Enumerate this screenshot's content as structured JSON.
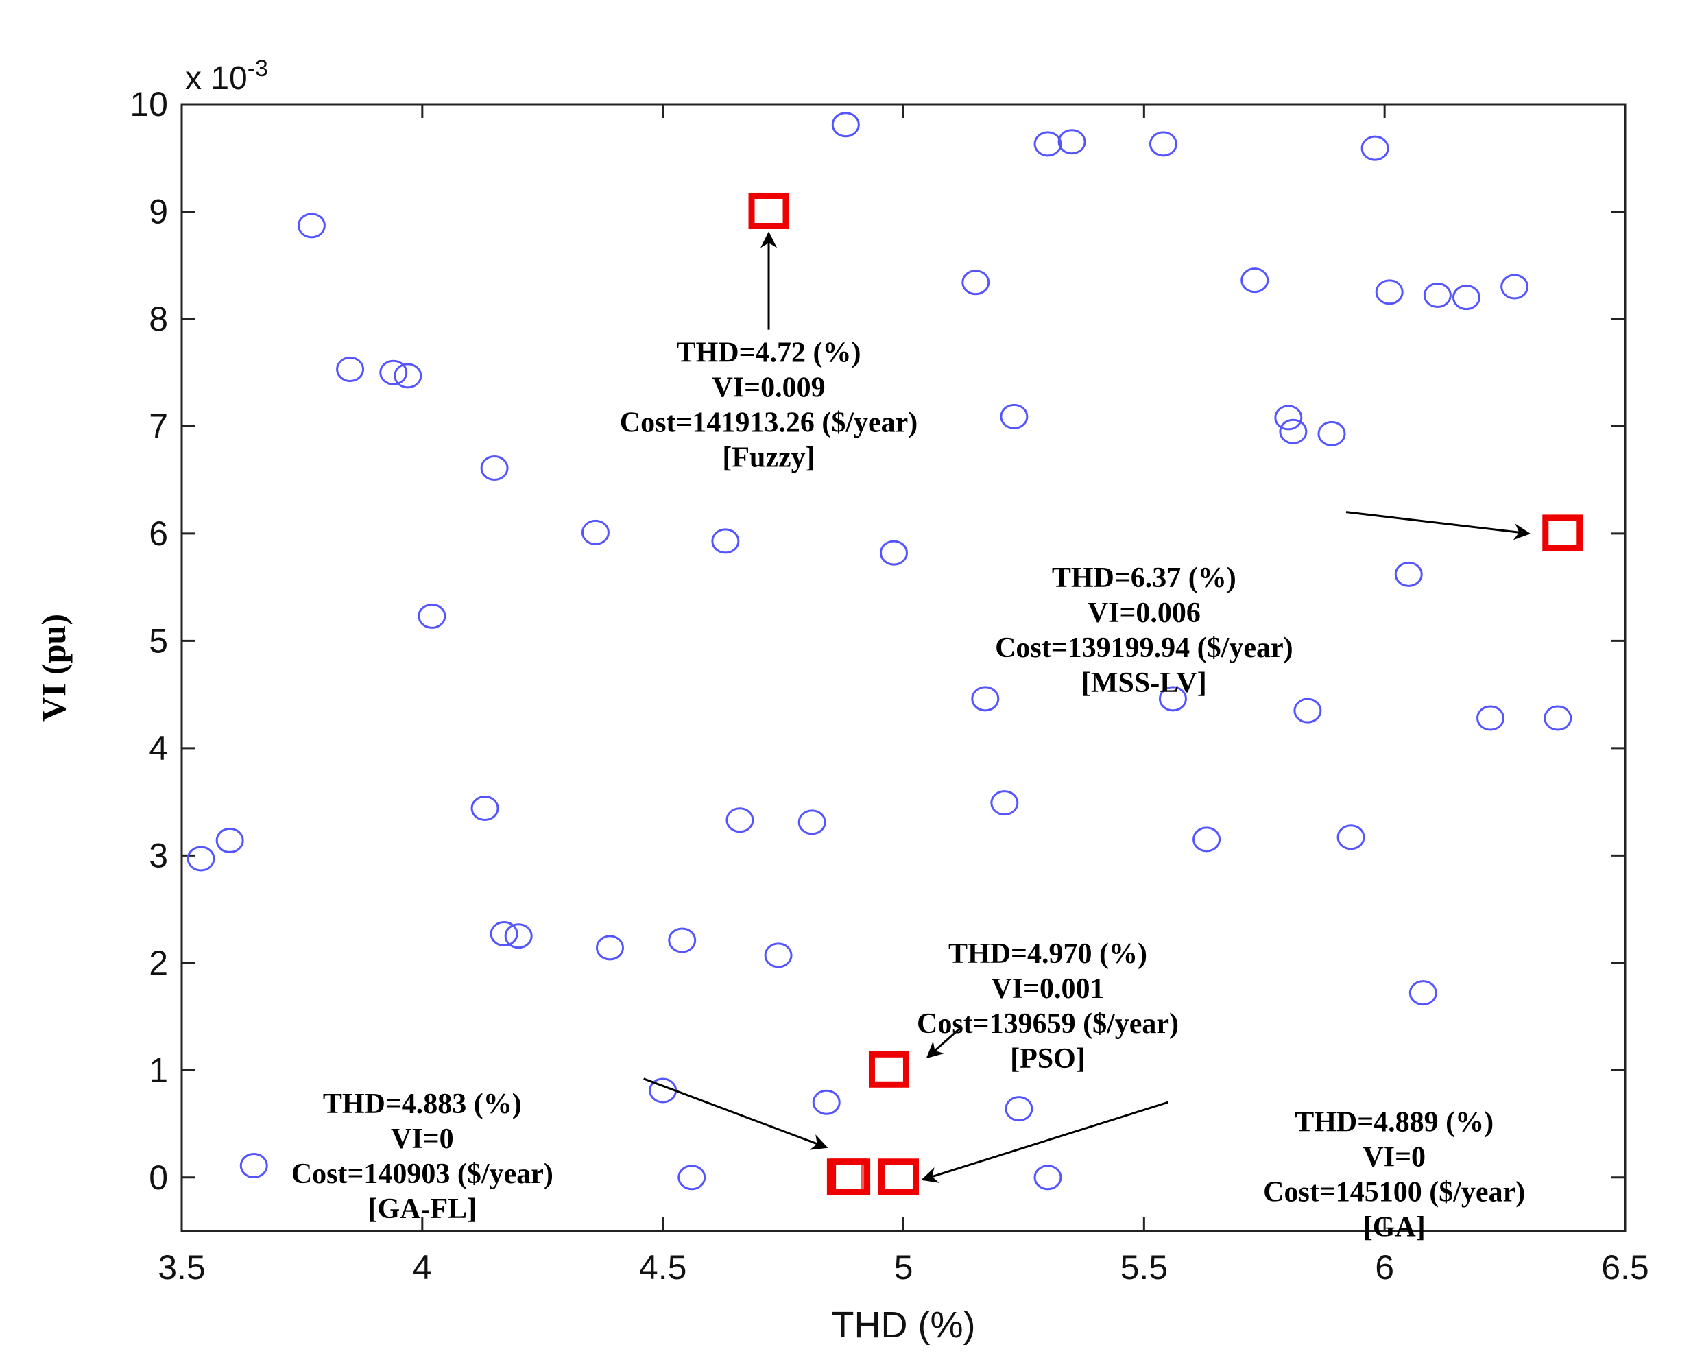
{
  "chart_data": {
    "type": "scatter",
    "xlabel": "THD (%)",
    "ylabel": "VI (pu)",
    "y_exponent_label": "x 10",
    "y_exponent_power": "-3",
    "xlim": [
      3.5,
      6.5
    ],
    "ylim": [
      -0.5,
      10
    ],
    "x_ticks": [
      "3.5",
      "4",
      "4.5",
      "5",
      "5.5",
      "6",
      "6.5"
    ],
    "y_ticks": [
      "0",
      "1",
      "2",
      "3",
      "4",
      "5",
      "6",
      "7",
      "8",
      "9",
      "10"
    ],
    "grid": false,
    "colors": {
      "population_marker": "#5555ff",
      "solution_marker": "#ee0000",
      "axis": "#222222",
      "arrow": "#000000"
    },
    "series": [
      {
        "marker": "circle",
        "points": [
          {
            "x": 3.54,
            "y": 2.97
          },
          {
            "x": 3.6,
            "y": 3.14
          },
          {
            "x": 3.65,
            "y": 0.11
          },
          {
            "x": 3.77,
            "y": 8.87
          },
          {
            "x": 3.85,
            "y": 7.53
          },
          {
            "x": 3.94,
            "y": 7.5
          },
          {
            "x": 3.97,
            "y": 7.47
          },
          {
            "x": 4.02,
            "y": 5.23
          },
          {
            "x": 4.13,
            "y": 3.44
          },
          {
            "x": 4.15,
            "y": 6.61
          },
          {
            "x": 4.17,
            "y": 2.27
          },
          {
            "x": 4.2,
            "y": 2.25
          },
          {
            "x": 4.36,
            "y": 6.01
          },
          {
            "x": 4.39,
            "y": 2.14
          },
          {
            "x": 4.5,
            "y": 0.81
          },
          {
            "x": 4.54,
            "y": 2.21
          },
          {
            "x": 4.56,
            "y": 0.0
          },
          {
            "x": 4.63,
            "y": 5.93
          },
          {
            "x": 4.66,
            "y": 3.33
          },
          {
            "x": 4.74,
            "y": 2.07
          },
          {
            "x": 4.81,
            "y": 3.31
          },
          {
            "x": 4.84,
            "y": 0.7
          },
          {
            "x": 4.88,
            "y": 9.81
          },
          {
            "x": 4.98,
            "y": 5.82
          },
          {
            "x": 5.15,
            "y": 8.34
          },
          {
            "x": 5.17,
            "y": 4.46
          },
          {
            "x": 5.21,
            "y": 3.49
          },
          {
            "x": 5.23,
            "y": 7.09
          },
          {
            "x": 5.24,
            "y": 0.64
          },
          {
            "x": 5.3,
            "y": 9.63
          },
          {
            "x": 5.3,
            "y": 0.0
          },
          {
            "x": 5.35,
            "y": 9.65
          },
          {
            "x": 5.54,
            "y": 9.63
          },
          {
            "x": 5.56,
            "y": 4.46
          },
          {
            "x": 5.63,
            "y": 3.15
          },
          {
            "x": 5.73,
            "y": 8.36
          },
          {
            "x": 5.8,
            "y": 7.08
          },
          {
            "x": 5.81,
            "y": 6.95
          },
          {
            "x": 5.84,
            "y": 4.35
          },
          {
            "x": 5.89,
            "y": 6.93
          },
          {
            "x": 5.93,
            "y": 3.17
          },
          {
            "x": 5.98,
            "y": 9.59
          },
          {
            "x": 6.01,
            "y": 8.25
          },
          {
            "x": 6.05,
            "y": 5.62
          },
          {
            "x": 6.08,
            "y": 1.72
          },
          {
            "x": 6.11,
            "y": 8.22
          },
          {
            "x": 6.17,
            "y": 8.2
          },
          {
            "x": 6.22,
            "y": 4.28
          },
          {
            "x": 6.27,
            "y": 8.3
          },
          {
            "x": 6.36,
            "y": 4.28
          }
        ]
      },
      {
        "marker": "square",
        "points": [
          {
            "x": 4.72,
            "y": 9.0
          },
          {
            "x": 6.37,
            "y": 6.0
          },
          {
            "x": 4.97,
            "y": 1.0
          },
          {
            "x": 4.883,
            "y": 0.0
          },
          {
            "x": 4.889,
            "y": 0.0
          },
          {
            "x": 4.99,
            "y": 0.0
          }
        ]
      }
    ],
    "annotations": [
      {
        "lines": [
          "THD=4.72 (%)",
          "VI=0.009",
          "Cost=141913.26 ($/year)",
          "[Fuzzy]"
        ],
        "text_x": 4.72,
        "text_y": 7.6,
        "arrow_from": [
          4.72,
          7.9
        ],
        "arrow_to": [
          4.72,
          8.8
        ]
      },
      {
        "lines": [
          "THD=6.37 (%)",
          "VI=0.006",
          "Cost=139199.94 ($/year)",
          "[MSS-LV]"
        ],
        "text_x": 5.5,
        "text_y": 5.5,
        "arrow_from": [
          5.92,
          6.2
        ],
        "arrow_to": [
          6.3,
          6.0
        ]
      },
      {
        "lines": [
          "THD=4.970 (%)",
          "VI=0.001",
          "Cost=139659 ($/year)",
          "[PSO]"
        ],
        "text_x": 5.3,
        "text_y": 2.0,
        "arrow_from": [
          5.12,
          1.4
        ],
        "arrow_to": [
          5.05,
          1.12
        ]
      },
      {
        "lines": [
          "THD=4.883 (%)",
          "VI=0",
          "Cost=140903 ($/year)",
          "[GA-FL]"
        ],
        "text_x": 4.0,
        "text_y": 0.6,
        "arrow_from": [
          4.46,
          0.92
        ],
        "arrow_to": [
          4.84,
          0.28
        ]
      },
      {
        "lines": [
          "THD=4.889 (%)",
          "VI=0",
          "Cost=145100 ($/year)",
          "[GA]"
        ],
        "text_x": 6.02,
        "text_y": 0.43,
        "arrow_from": [
          5.55,
          0.7
        ],
        "arrow_to": [
          5.04,
          -0.02
        ]
      }
    ]
  }
}
